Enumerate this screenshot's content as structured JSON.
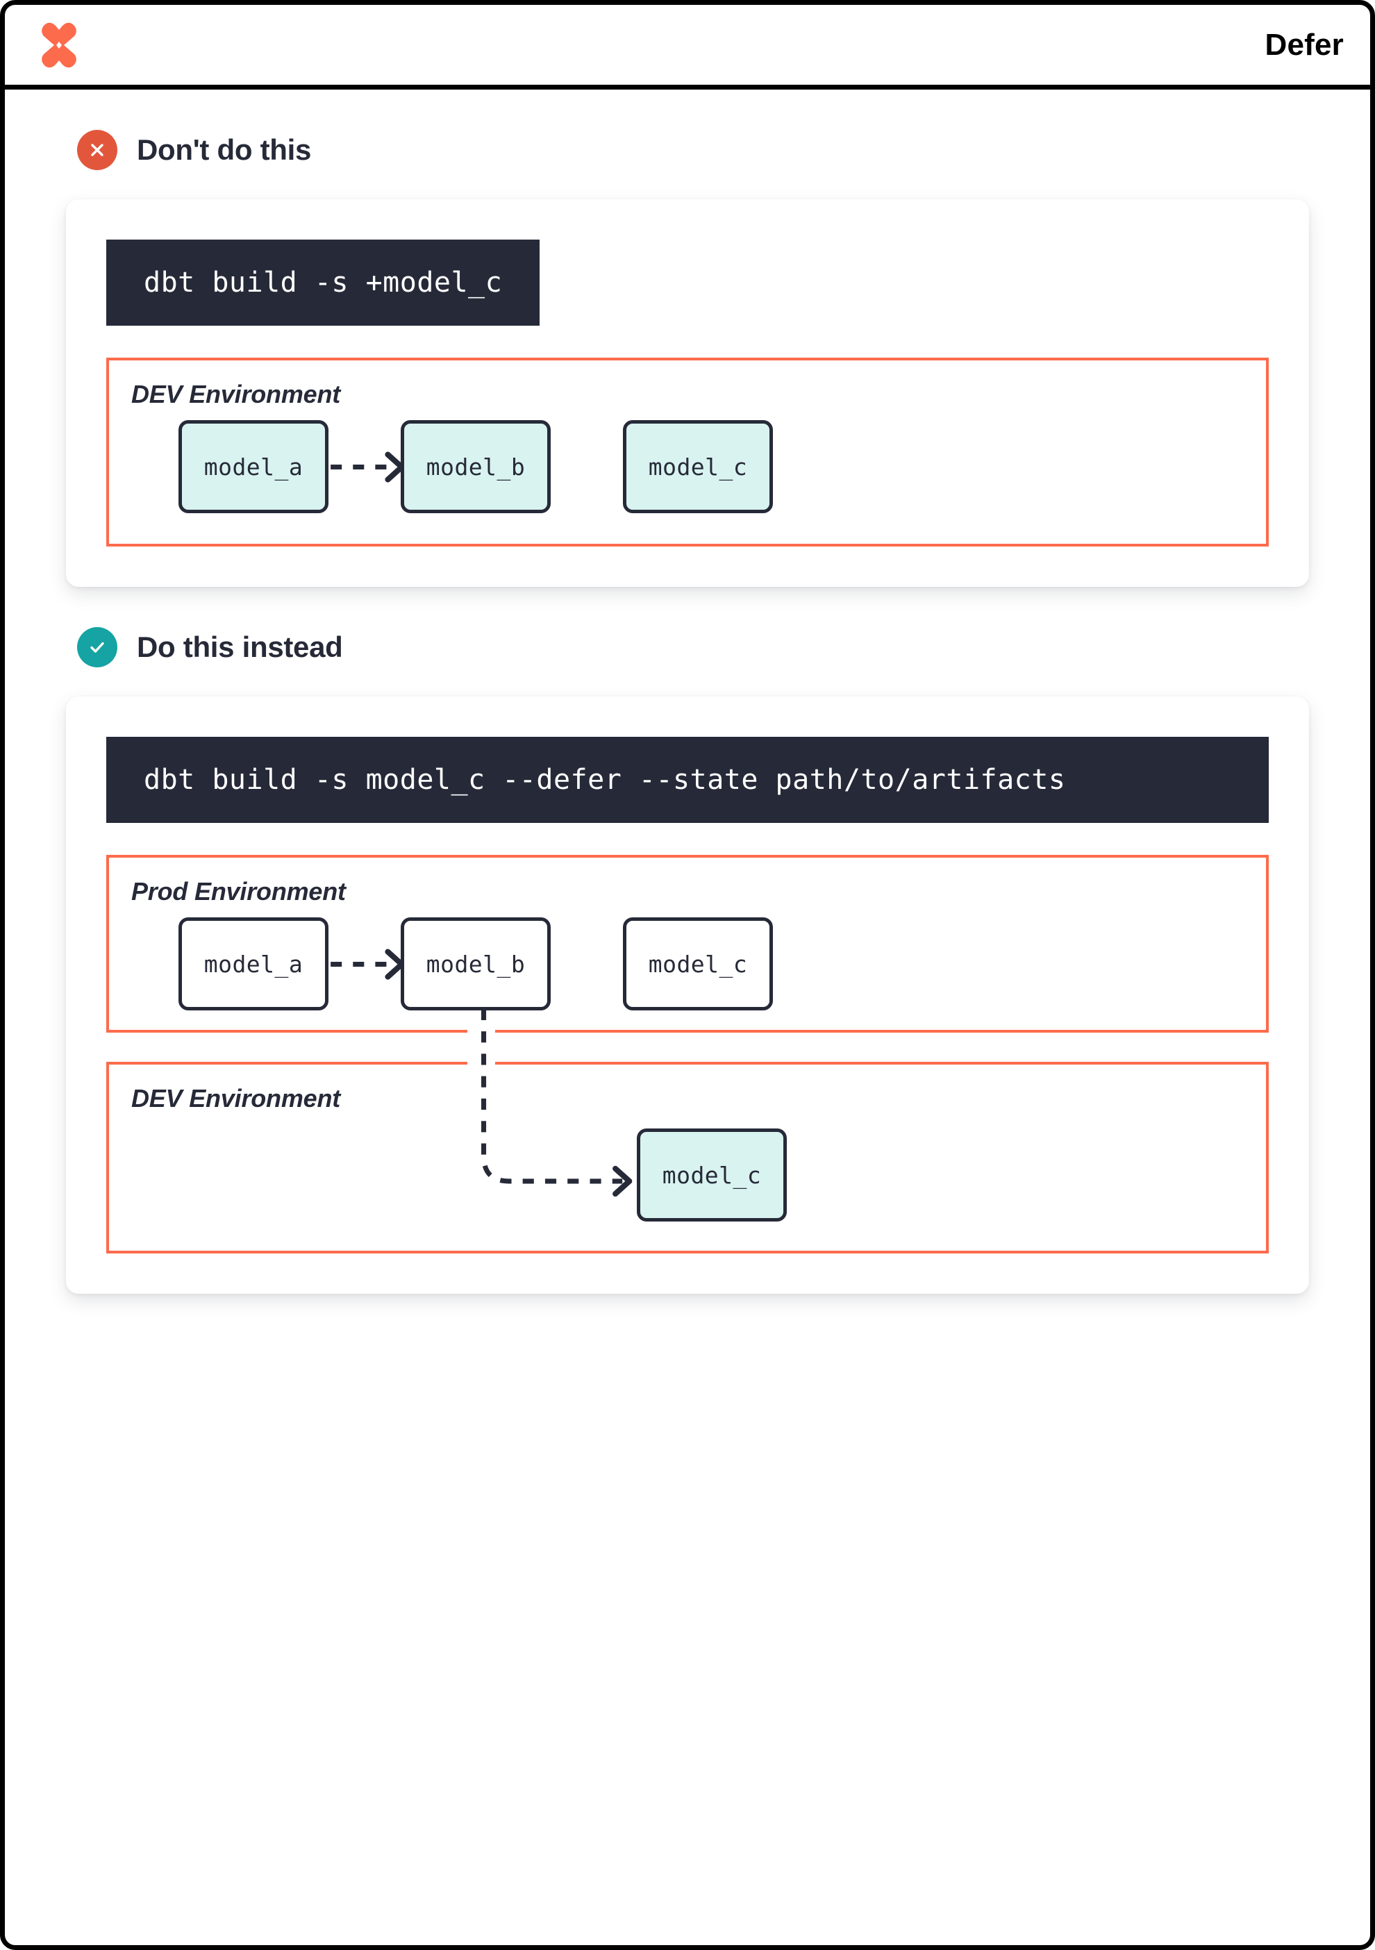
{
  "header": {
    "logo": "dbt-logo-icon",
    "title": "Defer"
  },
  "sections": [
    {
      "id": "dont",
      "badge_icon": "x-circle-icon",
      "badge_color": "#e2573c",
      "title": "Don't do this",
      "command": "dbt build -s +model_c",
      "environments": [
        {
          "label": "DEV Environment",
          "style": "dev",
          "nodes": [
            {
              "label": "model_a"
            },
            {
              "label": "model_b"
            },
            {
              "label": "model_c"
            }
          ]
        }
      ]
    },
    {
      "id": "do",
      "badge_icon": "check-circle-icon",
      "badge_color": "#16a3a3",
      "title": "Do this instead",
      "command": "dbt build -s model_c --defer --state path/to/artifacts",
      "environments": [
        {
          "label": "Prod Environment",
          "style": "prod",
          "nodes": [
            {
              "label": "model_a"
            },
            {
              "label": "model_b"
            },
            {
              "label": "model_c"
            }
          ]
        },
        {
          "label": "DEV Environment",
          "style": "dev",
          "nodes": [
            {
              "label": "model_c"
            }
          ]
        }
      ]
    }
  ],
  "colors": {
    "accent_orange": "#fc6b4c",
    "dark_navy": "#262a38",
    "node_dev_fill": "#d9f3f0",
    "teal": "#16a3a3",
    "red": "#e2573c",
    "code_bg": "#262a38"
  }
}
